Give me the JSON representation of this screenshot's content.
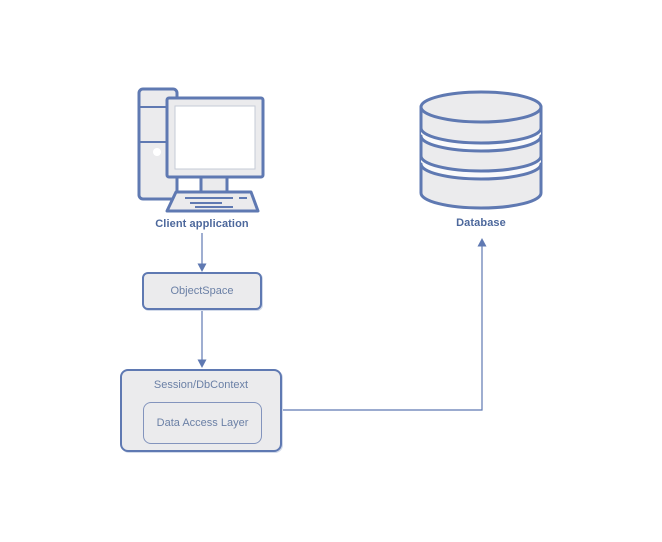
{
  "diagram": {
    "nodes": {
      "client_application": {
        "label": "Client application",
        "icon": "computer-icon"
      },
      "database": {
        "label": "Database",
        "icon": "database-icon"
      },
      "object_space": {
        "label": "ObjectSpace"
      },
      "session_dbcontext": {
        "label": "Session/DbContext"
      },
      "data_access_layer": {
        "label": "Data Access Layer"
      }
    },
    "edges": [
      {
        "from": "client_application",
        "to": "object_space",
        "style": "straight-arrow-down"
      },
      {
        "from": "object_space",
        "to": "session_dbcontext",
        "style": "straight-arrow-down"
      },
      {
        "from": "session_dbcontext",
        "to": "database",
        "style": "elbow-right-then-up-arrow"
      }
    ],
    "colors": {
      "stroke": "#5f79b2",
      "fill": "#ebebed",
      "box_text": "#6b80a6",
      "label_text": "#4d689c",
      "background": "#ffffff"
    }
  }
}
